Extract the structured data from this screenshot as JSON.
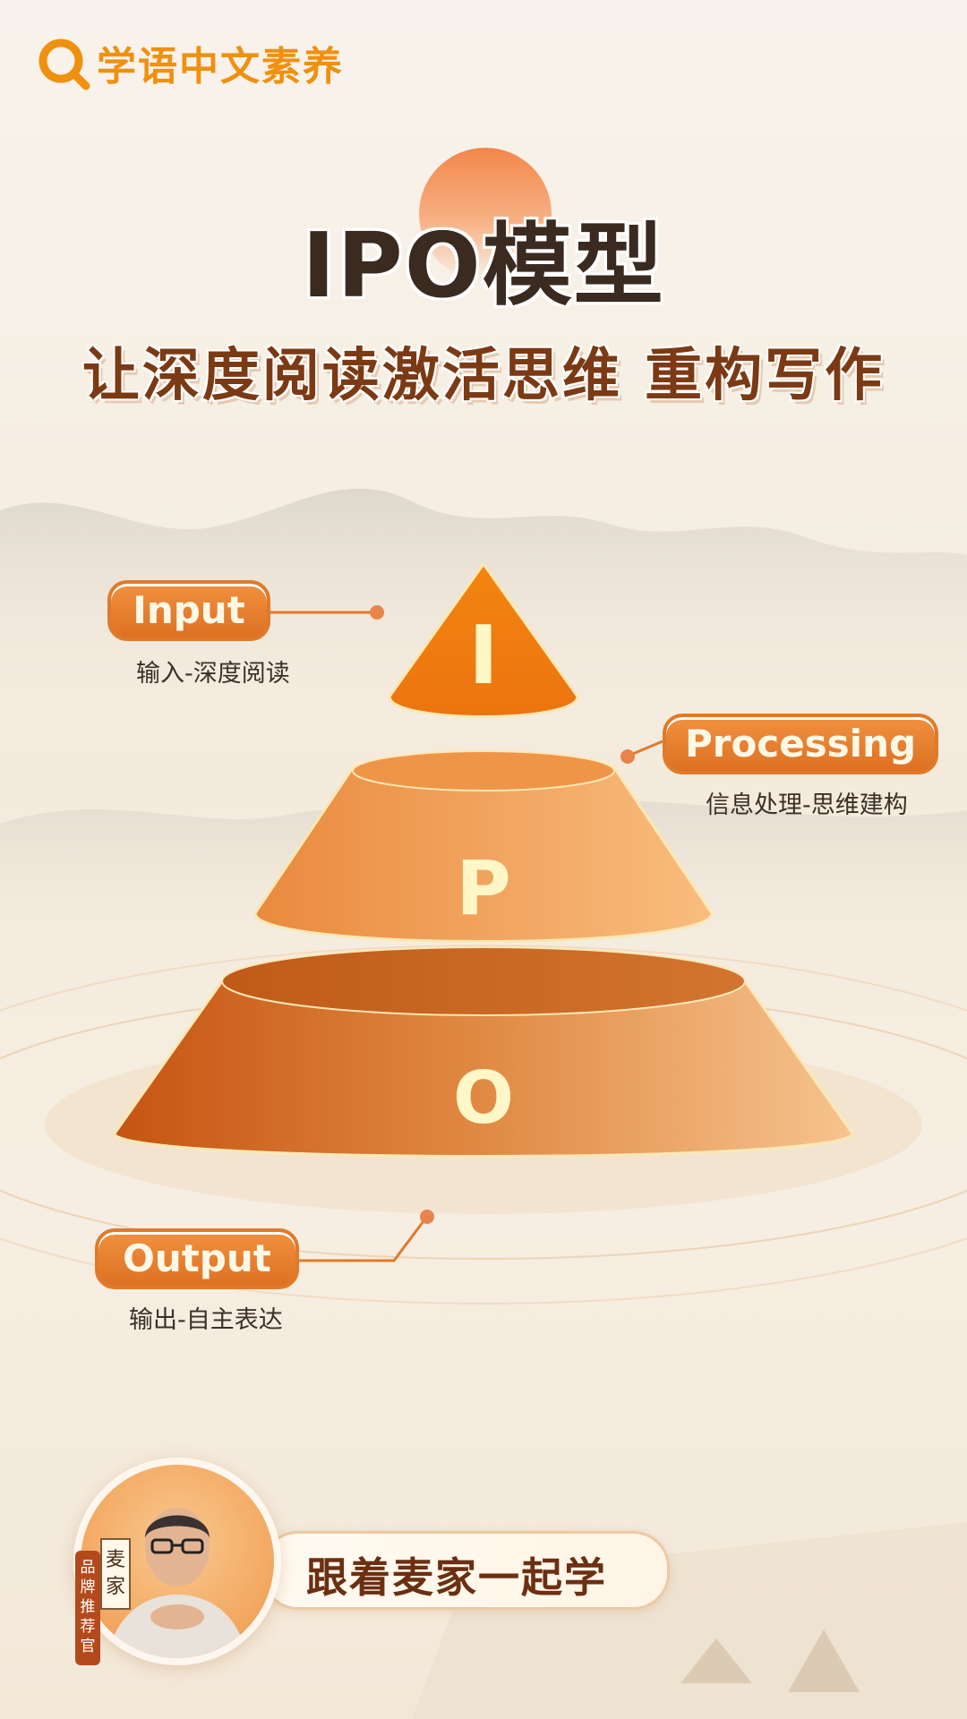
{
  "brand": {
    "name": "学语中文素养",
    "icon": "search-icon",
    "color": "#f0900f"
  },
  "headline": {
    "title": "IPO模型",
    "subtitle": "让深度阅读激活思维  重构写作"
  },
  "pyramid": {
    "input": {
      "tag": "Input",
      "letter": "I",
      "description": "输入-深度阅读"
    },
    "processing": {
      "tag": "Processing",
      "letter": "P",
      "description": "信息处理-思维建构"
    },
    "output": {
      "tag": "Output",
      "letter": "O",
      "description": "输出-自主表达"
    }
  },
  "footer": {
    "recommender_badge": "品牌推荐官",
    "recommender_name": "麦家",
    "slogan": "跟着麦家一起学"
  },
  "colors": {
    "accent": "#ef7a12",
    "title": "#3a2a20",
    "subtitle": "#7c3a14"
  }
}
